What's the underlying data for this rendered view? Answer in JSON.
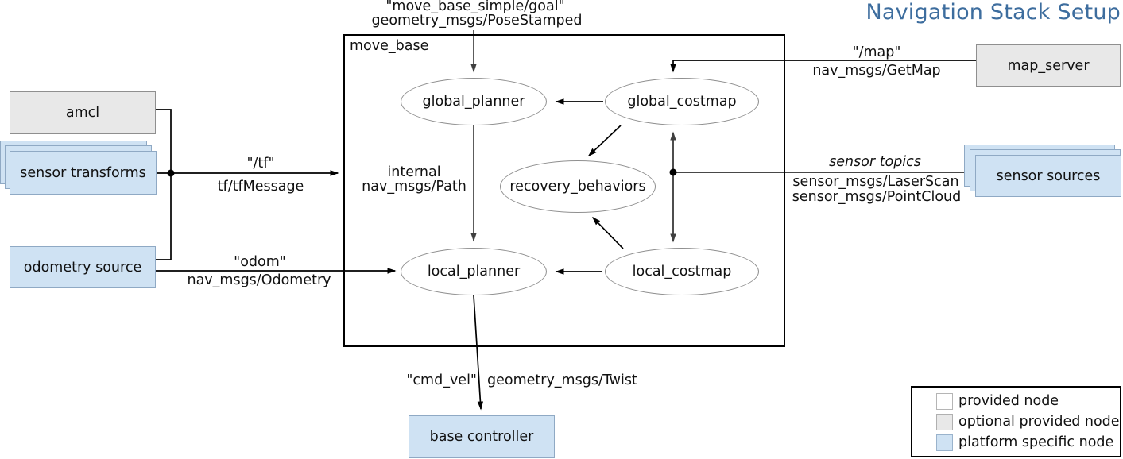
{
  "title": {
    "text": "Navigation Stack Setup",
    "color": "#3d6d9e"
  },
  "container": {
    "label": "move_base"
  },
  "nodes": {
    "amcl": {
      "label": "amcl",
      "type": "optional provided node"
    },
    "sensor_transforms": {
      "label": "sensor transforms",
      "type": "platform specific node"
    },
    "odometry_source": {
      "label": "odometry source",
      "type": "platform specific node"
    },
    "map_server": {
      "label": "map_server",
      "type": "optional provided node"
    },
    "sensor_sources": {
      "label": "sensor sources",
      "type": "platform specific node"
    },
    "base_controller": {
      "label": "base controller",
      "type": "platform specific node"
    },
    "global_planner": {
      "label": "global_planner",
      "type": "provided node"
    },
    "global_costmap": {
      "label": "global_costmap",
      "type": "provided node"
    },
    "recovery_behaviors": {
      "label": "recovery_behaviors",
      "type": "provided node"
    },
    "local_planner": {
      "label": "local_planner",
      "type": "provided node"
    },
    "local_costmap": {
      "label": "local_costmap",
      "type": "provided node"
    }
  },
  "edges": {
    "goal_topic": {
      "topic": "\"move_base_simple/goal\"",
      "msg": "geometry_msgs/PoseStamped"
    },
    "map_service": {
      "topic": "\"/map\"",
      "msg": "nav_msgs/GetMap"
    },
    "tf_topic": {
      "topic": "\"/tf\"",
      "msg": "tf/tfMessage"
    },
    "odom_topic": {
      "topic": "\"odom\"",
      "msg": "nav_msgs/Odometry"
    },
    "internal_path": {
      "topic": "internal",
      "msg": "nav_msgs/Path"
    },
    "sensor_topics": {
      "topic": "sensor topics",
      "msg1": "sensor_msgs/LaserScan",
      "msg2": "sensor_msgs/PointCloud"
    },
    "cmd_vel_topic": {
      "topic": "\"cmd_vel\"",
      "msg": "geometry_msgs/Twist"
    }
  },
  "legend": {
    "items": [
      {
        "label": "provided node",
        "fill": "#ffffff",
        "border": "#b5b5b5"
      },
      {
        "label": "optional provided node",
        "fill": "#e8e8e8",
        "border": "#b0b0b0"
      },
      {
        "label": "platform specific node",
        "fill": "#cfe2f3",
        "border": "#9ab3cc"
      }
    ]
  },
  "colors": {
    "platform_fill": "#cfe2f3",
    "optional_fill": "#e8e8e8",
    "provided_fill": "#ffffff",
    "line": "#000000",
    "internal_line": "#3f3f3f"
  }
}
